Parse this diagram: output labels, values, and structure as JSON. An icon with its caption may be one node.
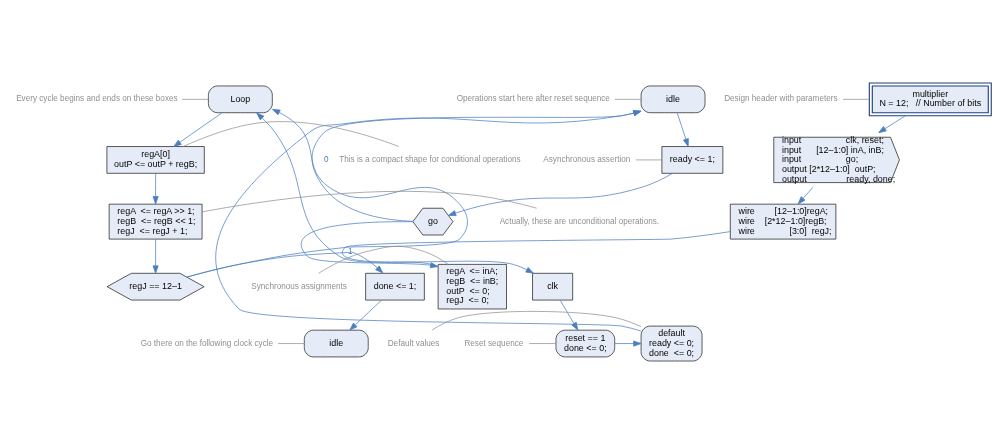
{
  "diagram": {
    "nodes": [
      {
        "text": [
          "multiplier",
          "N = 12;   // Number of bits"
        ]
      },
      {
        "text": [
          "input                  clk, reset;",
          "input      [12–1:0] inA, inB;",
          "input                  go;",
          "output [2*12–1:0]  outP;",
          "output                ready, done;"
        ]
      },
      {
        "text": [
          "wire        [12–1:0]regA;",
          "wire    [2*12–1:0]regB;",
          "wire              [3:0]  regJ;"
        ]
      },
      {
        "text": [
          "clk"
        ]
      },
      {
        "text": [
          "reset == 1",
          "done <= 0;"
        ]
      },
      {
        "text": [
          "default",
          "ready <= 0;",
          "done  <= 0;"
        ]
      },
      {
        "text": [
          "idle"
        ]
      },
      {
        "text": [
          "ready <= 1;"
        ]
      },
      {
        "text": [
          "go"
        ]
      },
      {
        "text": [
          "regA  <= inA;",
          "regB  <= inB;",
          "outP  <= 0;",
          "regJ  <= 0;"
        ]
      },
      {
        "text": [
          "Loop"
        ]
      },
      {
        "text": [
          "regA[0]",
          "outP <= outP + regB;"
        ]
      },
      {
        "text": [
          "regA  <= regA >> 1;",
          "regB  <= regB << 1;",
          "regJ  <= regJ + 1;"
        ]
      },
      {
        "text": [
          "regJ == 12–1"
        ]
      },
      {
        "text": [
          "done <= 1;"
        ]
      },
      {
        "text": [
          "idle"
        ]
      },
      {
        "text": [
          "Design header with parameters"
        ]
      },
      {
        "text": [
          "Asynchronous assertion"
        ]
      },
      {
        "text": [
          "Synchronous assignments"
        ]
      },
      {
        "text": [
          "Reset sequence"
        ]
      },
      {
        "text": [
          "Default values"
        ]
      },
      {
        "text": [
          "Operations start here after reset sequence"
        ]
      },
      {
        "text": [
          "Every cycle begins and ends on these boxes"
        ]
      },
      {
        "text": [
          "This is a compact shape for conditional operations"
        ]
      },
      {
        "text": [
          "Actually, these are unconditional operations."
        ]
      },
      {
        "text": [
          "Go there on the following clock cycle"
        ]
      }
    ],
    "edges": [
      {
        "from": 0,
        "to": 1,
        "arrow": "to"
      },
      {
        "from": 1,
        "to": 2,
        "arrow": "to"
      },
      {
        "from": 2,
        "to": 3,
        "arrow": "to"
      },
      {
        "from": 3,
        "to": 4,
        "arrow": "to"
      },
      {
        "from": 4,
        "to": 5,
        "arrow": "to"
      },
      {
        "from": 5,
        "to": 6,
        "arrow": "to"
      },
      {
        "from": 6,
        "to": 7,
        "arrow": "to"
      },
      {
        "from": 7,
        "to": 8,
        "arrow": "to"
      },
      {
        "from": 8,
        "to": 6,
        "arrow": "to",
        "label": "0"
      },
      {
        "from": 8,
        "to": 9,
        "arrow": "to"
      },
      {
        "from": 9,
        "to": 10,
        "arrow": "to"
      },
      {
        "from": 10,
        "to": 11,
        "arrow": "to"
      },
      {
        "from": 11,
        "to": 12,
        "arrow": "to"
      },
      {
        "from": 12,
        "to": 13,
        "arrow": "to"
      },
      {
        "from": 13,
        "to": 14,
        "arrow": "to",
        "label": "1"
      },
      {
        "from": 13,
        "to": 10,
        "arrow": "to"
      },
      {
        "from": 14,
        "to": 15,
        "arrow": "to"
      },
      {
        "from": 16,
        "to": 0,
        "arrow": "none",
        "color": "#909090"
      },
      {
        "from": 17,
        "to": 7,
        "arrow": "none",
        "color": "#909090"
      },
      {
        "from": 18,
        "to": 9,
        "arrow": "none",
        "color": "#909090"
      },
      {
        "from": 19,
        "to": 4,
        "arrow": "none",
        "color": "#909090"
      },
      {
        "from": 20,
        "to": 5,
        "arrow": "none",
        "color": "#909090"
      },
      {
        "from": 21,
        "to": 6,
        "arrow": "none",
        "color": "#909090"
      },
      {
        "from": 22,
        "to": 10,
        "arrow": "none",
        "color": "#909090"
      },
      {
        "from": 23,
        "to": 11,
        "arrow": "none",
        "color": "#909090"
      },
      {
        "from": 24,
        "to": 12,
        "arrow": "none",
        "color": "#909090"
      },
      {
        "from": 25,
        "to": 15,
        "arrow": "none",
        "color": "#909090"
      }
    ]
  }
}
